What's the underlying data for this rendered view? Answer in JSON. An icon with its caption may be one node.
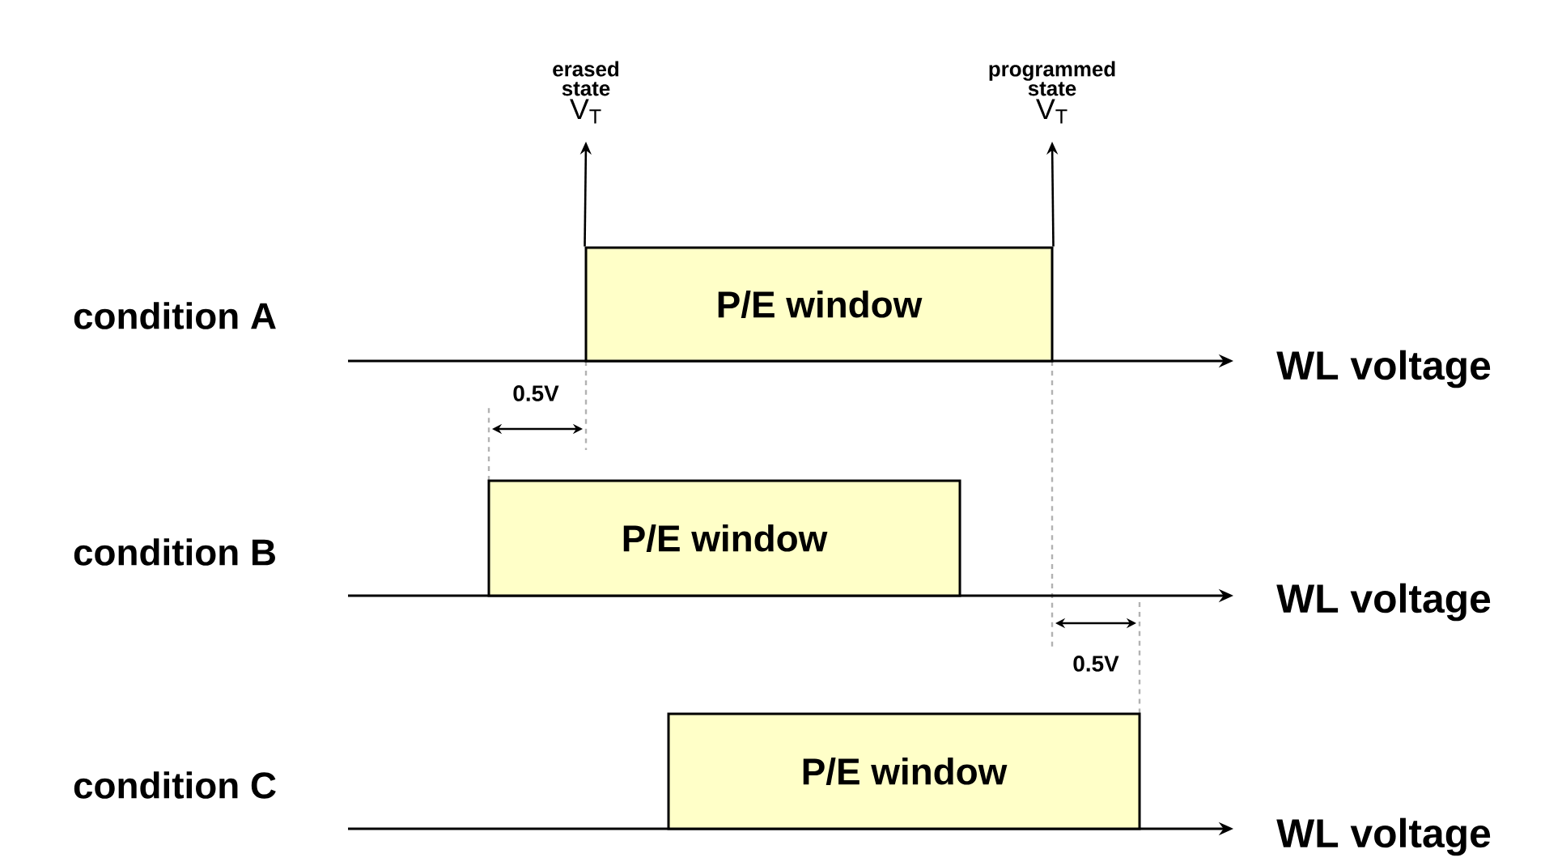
{
  "diagram": {
    "nodes": [
      {
        "text": [
          "P/E window"
        ]
      },
      {
        "text": [
          "P/E window"
        ]
      },
      {
        "text": [
          "P/E window"
        ]
      },
      {
        "text": [
          "erased state",
          "V$_{T}$"
        ]
      },
      {
        "text": [
          "programmed state",
          "V$_{T}$"
        ]
      }
    ],
    "edges": [
      {
        "from": 0,
        "to": 3,
        "arrow": "to"
      },
      {
        "from": 0,
        "to": 4,
        "arrow": "to"
      }
    ],
    "labels": [
      "condition A",
      "WL voltage",
      "0.5V",
      "condition B",
      "WL voltage",
      "0.5V",
      "condition C",
      "WL voltage"
    ]
  }
}
